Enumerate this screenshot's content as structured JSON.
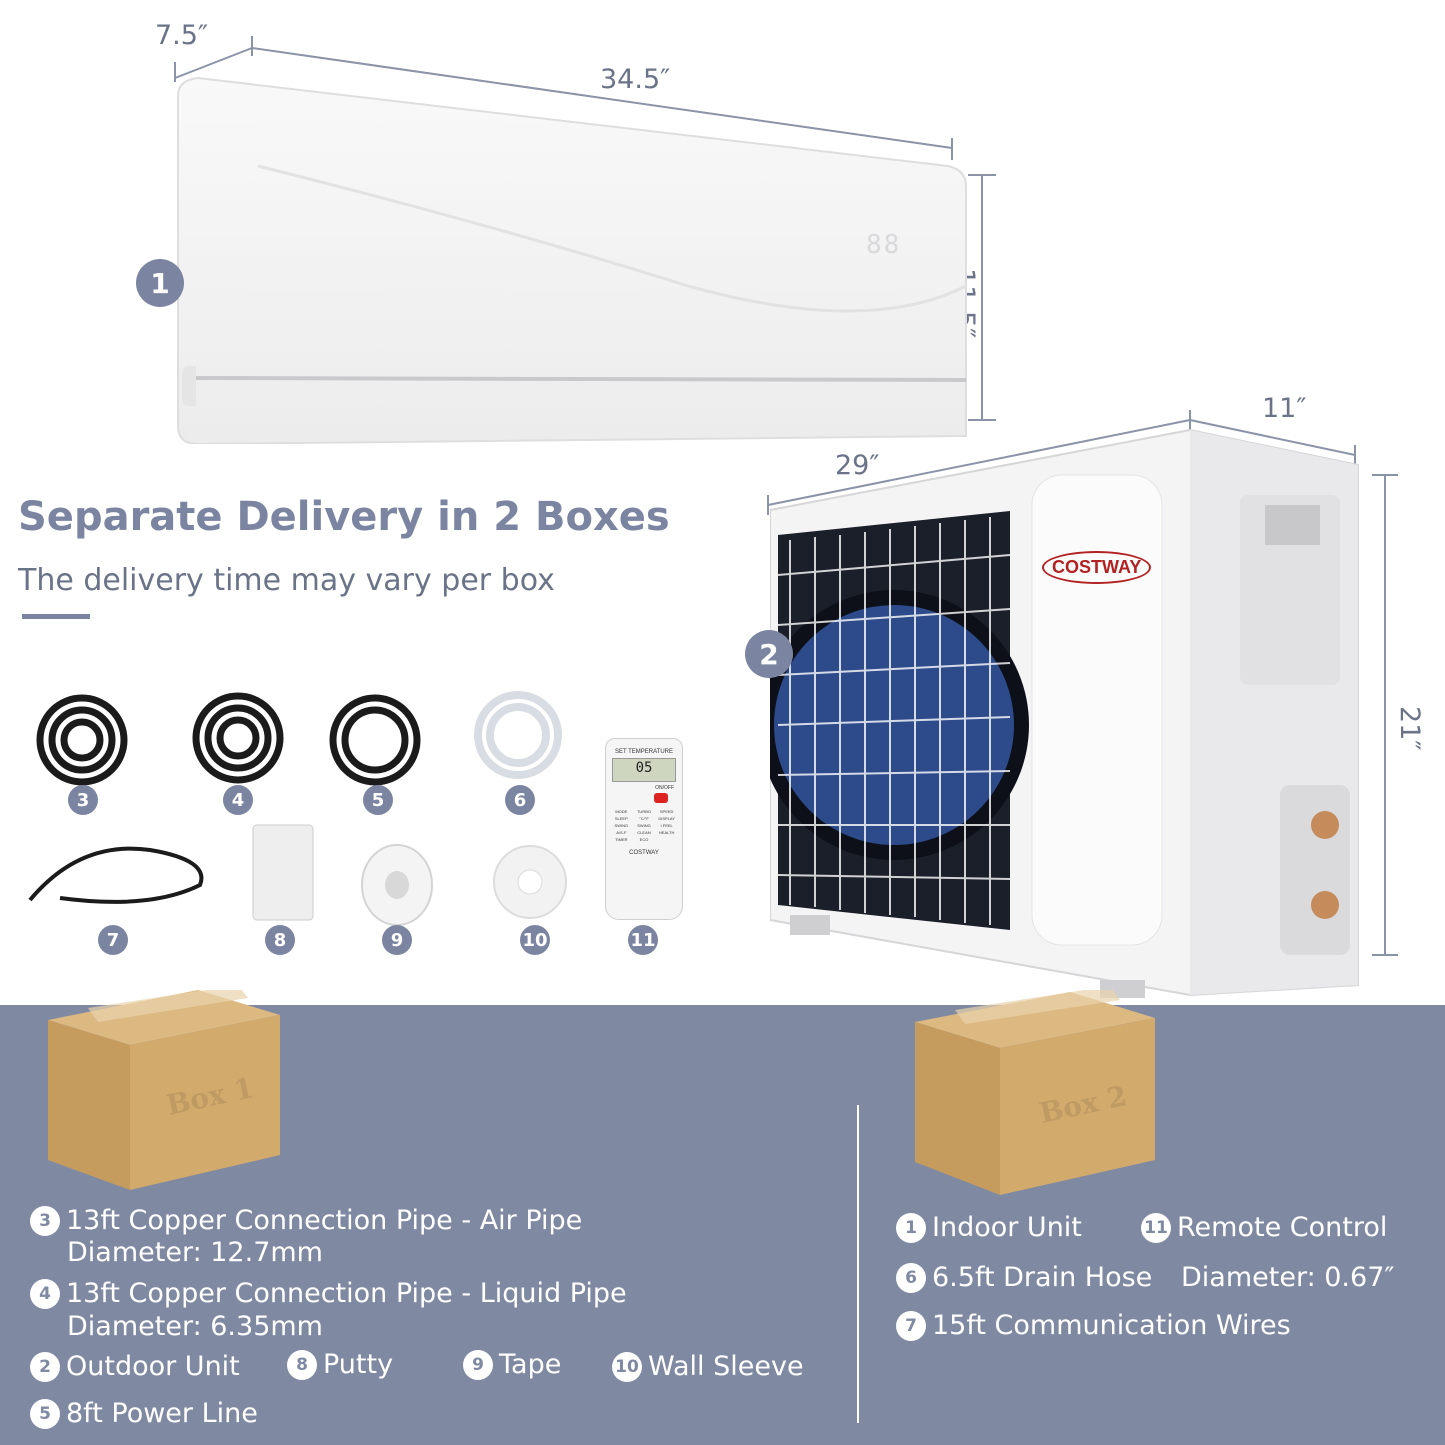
{
  "dimensions": {
    "indoor_depth": "7.5″",
    "indoor_width": "34.5″",
    "indoor_height": "11.5″",
    "outdoor_depth": "11″",
    "outdoor_width": "29″",
    "outdoor_height": "21″"
  },
  "badges": {
    "indoor": "1",
    "outdoor": "2"
  },
  "indoor_display": "88",
  "headline": "Separate Delivery in 2 Boxes",
  "subheadline": "The delivery time may vary per box",
  "brand": "COSTWAY",
  "accessories": [
    "3",
    "4",
    "5",
    "6",
    "7",
    "8",
    "9",
    "10",
    "11"
  ],
  "remote": {
    "title": "SET TEMPERATURE",
    "readout": "05",
    "on_off": "ON/OFF",
    "buttons": [
      "MODE",
      "TURBO",
      "SPEED",
      "SLEEP",
      "°C/°F",
      "DISPLAY",
      "SWING",
      "SWING",
      "I FEEL",
      "A/S-F",
      "CLEAN",
      "HEALTH",
      "TIMER",
      "ECO"
    ],
    "brand": "COSTWAY"
  },
  "boxes": {
    "box1": "Box 1",
    "box2": "Box 2"
  },
  "box1_items": [
    {
      "num": "3",
      "text": "13ft Copper Connection Pipe - Air Pipe",
      "sub": "Diameter: 12.7mm"
    },
    {
      "num": "4",
      "text": "13ft Copper Connection Pipe - Liquid Pipe",
      "sub": "Diameter:  6.35mm"
    }
  ],
  "box1_row": [
    {
      "num": "2",
      "text": "Outdoor Unit"
    },
    {
      "num": "8",
      "text": "Putty"
    },
    {
      "num": "9",
      "text": "Tape"
    },
    {
      "num": "10",
      "text": "Wall Sleeve"
    }
  ],
  "box1_last": {
    "num": "5",
    "text": "8ft Power Line"
  },
  "box2_items": [
    {
      "num": "1",
      "text": "Indoor Unit"
    },
    {
      "num": "11",
      "text": "Remote Control"
    },
    {
      "num": "6",
      "text": "6.5ft Drain Hose"
    },
    {
      "text": "Diameter: 0.67″"
    },
    {
      "num": "7",
      "text": "15ft Communication Wires"
    }
  ],
  "colors": {
    "accent": "#7b85a1",
    "panel": "#7f89a2",
    "box": "#c9a36a",
    "fan_blue": "#2d4a8a"
  }
}
